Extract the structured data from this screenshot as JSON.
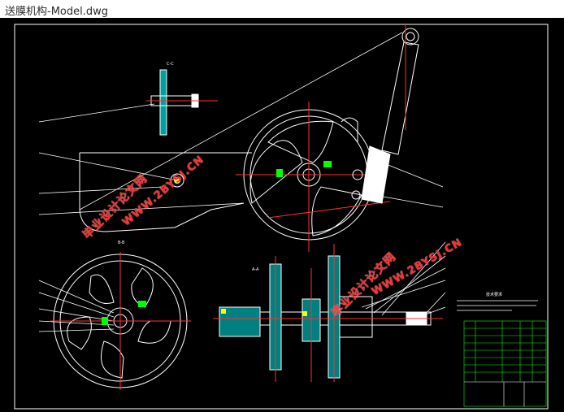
{
  "window": {
    "title": "送膜机构-Model.dwg"
  },
  "drawing": {
    "section_labels": [
      "C-C",
      "B-B",
      "A-A"
    ],
    "tech_notes_title": "技术要求",
    "watermarks": [
      "毕业设计论文网",
      "WWW.2BYSJ.CN",
      "毕业设计论文网",
      "WWW.2BYSJ.CN"
    ],
    "colors": {
      "background": "#000000",
      "linework": "#ffffff",
      "centerline": "#ff3030",
      "hatch": "#00b7b7",
      "accent": "#ffff00",
      "table": "#00ff00"
    }
  }
}
